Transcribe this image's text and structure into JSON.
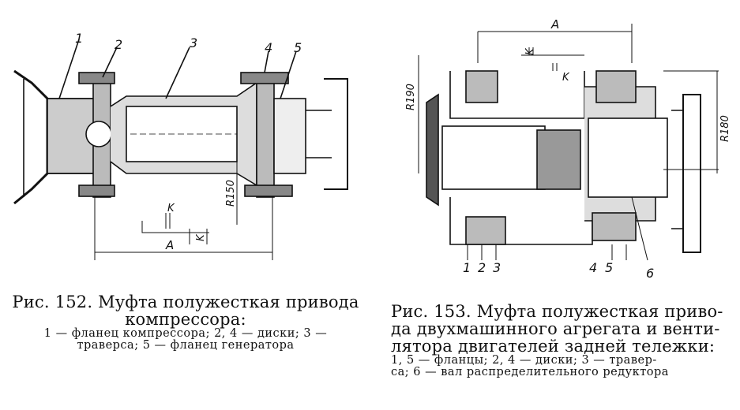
{
  "figure_152": {
    "labels": {
      "l1": "1",
      "l2": "2",
      "l3": "3",
      "l4": "4",
      "l5": "5",
      "r": "R150",
      "k1": "K",
      "k2": "K",
      "a": "A"
    },
    "caption_title_line1": "Рис. 152. Муфта полужесткая привода",
    "caption_title_line2": "компрессора:",
    "legend_line1": "1 — фланец компрессора; 2, 4 — диски; 3 —",
    "legend_line2": "траверса; 5 — фланец генератора"
  },
  "figure_153": {
    "labels": {
      "a": "A",
      "k1": "K",
      "k2": "K",
      "r190": "R190",
      "r180": "R180",
      "l1": "1",
      "l2": "2",
      "l3": "3",
      "l4": "4",
      "l5": "5",
      "l6": "6"
    },
    "caption_title_line1": "Рис. 153. Муфта полужесткая приво-",
    "caption_title_line2": "да двухмашинного агрегата и венти-",
    "caption_title_line3": "лятора двигателей задней тележки:",
    "legend_line1": "1, 5 — фланцы; 2, 4 — диски; 3 — травер-",
    "legend_line2": "са; 6 — вал распределительного редуктора"
  }
}
